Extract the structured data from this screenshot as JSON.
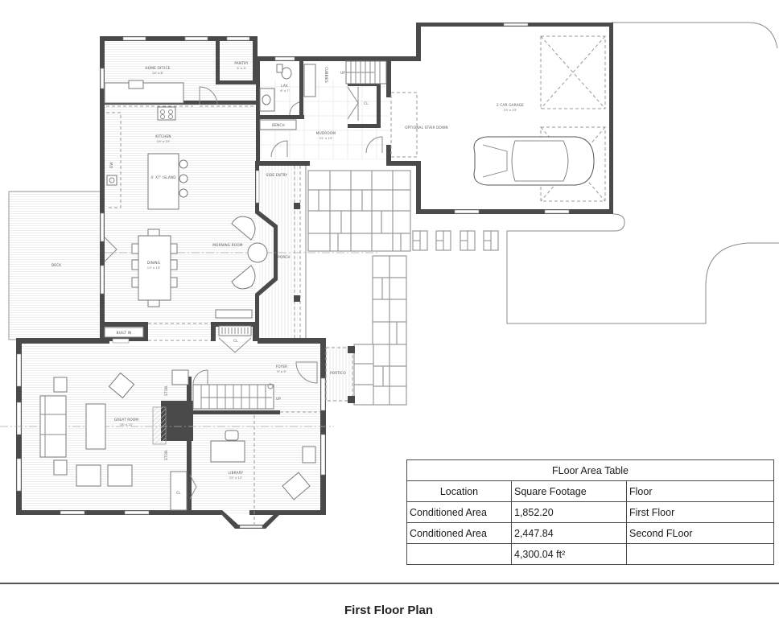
{
  "plan": {
    "title": "First Floor Plan",
    "rooms": {
      "home_office": {
        "name": "HOME OFFICE",
        "dims": "14' x 8'"
      },
      "pantry": {
        "name": "PANTRY",
        "dims": "5' x 4'"
      },
      "lav": {
        "name": "LAV.",
        "dims": "6' x 7'"
      },
      "cubbies": {
        "name": "CUBBIES"
      },
      "bench": {
        "name": "BENCH"
      },
      "mudroom": {
        "name": "MUDROOM",
        "dims": "12' x 13'"
      },
      "closet_mudroom": {
        "name": "CL"
      },
      "optional_stair": {
        "name": "OPTIONAL STAIR DOWN"
      },
      "up_mudroom": {
        "name": "UP"
      },
      "garage": {
        "name": "2 CAR GARAGE",
        "dims": "23' x 23'"
      },
      "kitchen": {
        "name": "KITCHEN",
        "dims": "19' x 13'"
      },
      "island": {
        "name": "4' X7' ISLAND"
      },
      "dw": {
        "name": "DW"
      },
      "side_entry": {
        "name": "SIDE ENTRY"
      },
      "deck": {
        "name": "DECK"
      },
      "morning_room": {
        "name": "MORNING ROOM"
      },
      "porch": {
        "name": "PORCH"
      },
      "dining": {
        "name": "DINING",
        "dims": "13' x 13'"
      },
      "built_in": {
        "name": "BUILT IN"
      },
      "closet_hall": {
        "name": "CL"
      },
      "foyer": {
        "name": "FOYER",
        "dims": "9' x 9'"
      },
      "up_foyer": {
        "name": "UP"
      },
      "portico": {
        "name": "PORTICO"
      },
      "great_room": {
        "name": "GREAT ROOM",
        "dims": "18' x 21'"
      },
      "library": {
        "name": "LIBRARY",
        "dims": "15' x 12'"
      },
      "closet_library": {
        "name": "CL"
      },
      "storage_1": {
        "name": "STOR."
      },
      "storage_2": {
        "name": "STOR."
      }
    }
  },
  "floor_area_table": {
    "title": "FLoor Area Table",
    "headers": [
      "Location",
      "Square Footage",
      "Floor"
    ],
    "rows": [
      [
        "Conditioned Area",
        "1,852.20",
        "First Floor"
      ],
      [
        "Conditioned Area",
        "2,447.84",
        "Second FLoor"
      ],
      [
        "",
        "4,300.04 ft²",
        ""
      ]
    ]
  }
}
